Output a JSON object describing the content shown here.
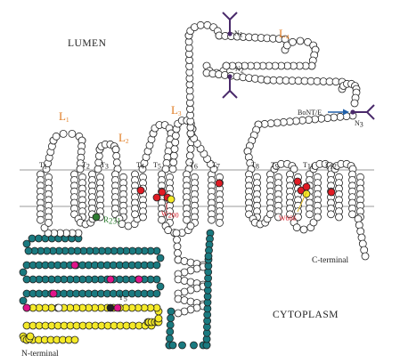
{
  "regions": {
    "lumen": "LUMEN",
    "cytoplasm": "CYTOPLASM"
  },
  "loops": {
    "l1": "L",
    "l1_sub": "1",
    "l2": "L",
    "l2_sub": "2",
    "l3": "L",
    "l3_sub": "3",
    "l4": "L",
    "l4_sub": "4"
  },
  "tm_labels": [
    {
      "t": "T",
      "s": "1"
    },
    {
      "t": "T",
      "s": "2"
    },
    {
      "t": "T",
      "s": "3"
    },
    {
      "t": "T",
      "s": "4"
    },
    {
      "t": "T",
      "s": "5"
    },
    {
      "t": "T",
      "s": "6"
    },
    {
      "t": "T",
      "s": "7"
    },
    {
      "t": "T",
      "s": "8"
    },
    {
      "t": "T",
      "s": "9"
    },
    {
      "t": "T",
      "s": "11"
    },
    {
      "t": "T",
      "s": "12"
    }
  ],
  "glyco": {
    "n1": "N",
    "n1_sub": "1",
    "n2": "N",
    "n2_sub": "2",
    "n3": "N",
    "n3_sub": "3"
  },
  "annotations": {
    "bont": "BoNT/E",
    "r231": "R",
    "r231_sub": "231",
    "w200": "W",
    "w200_sub": "200",
    "y_label": "Y",
    "y_sub": "5",
    "w666": "W666"
  },
  "terminals": {
    "n_terminal": "N-terminal",
    "c_terminal": "C-terminal"
  },
  "colors": {
    "membrane": "#999999",
    "bead_fill": "#ffffff",
    "teal": "#1a7a80",
    "yellow": "#f5ea28",
    "magenta": "#e0148a",
    "red": "#e01b24",
    "glyco": "#4a2a6b",
    "arrow": "#1f5fa8",
    "label_orange": "#e07a1f",
    "label_green": "#2e7d32"
  }
}
